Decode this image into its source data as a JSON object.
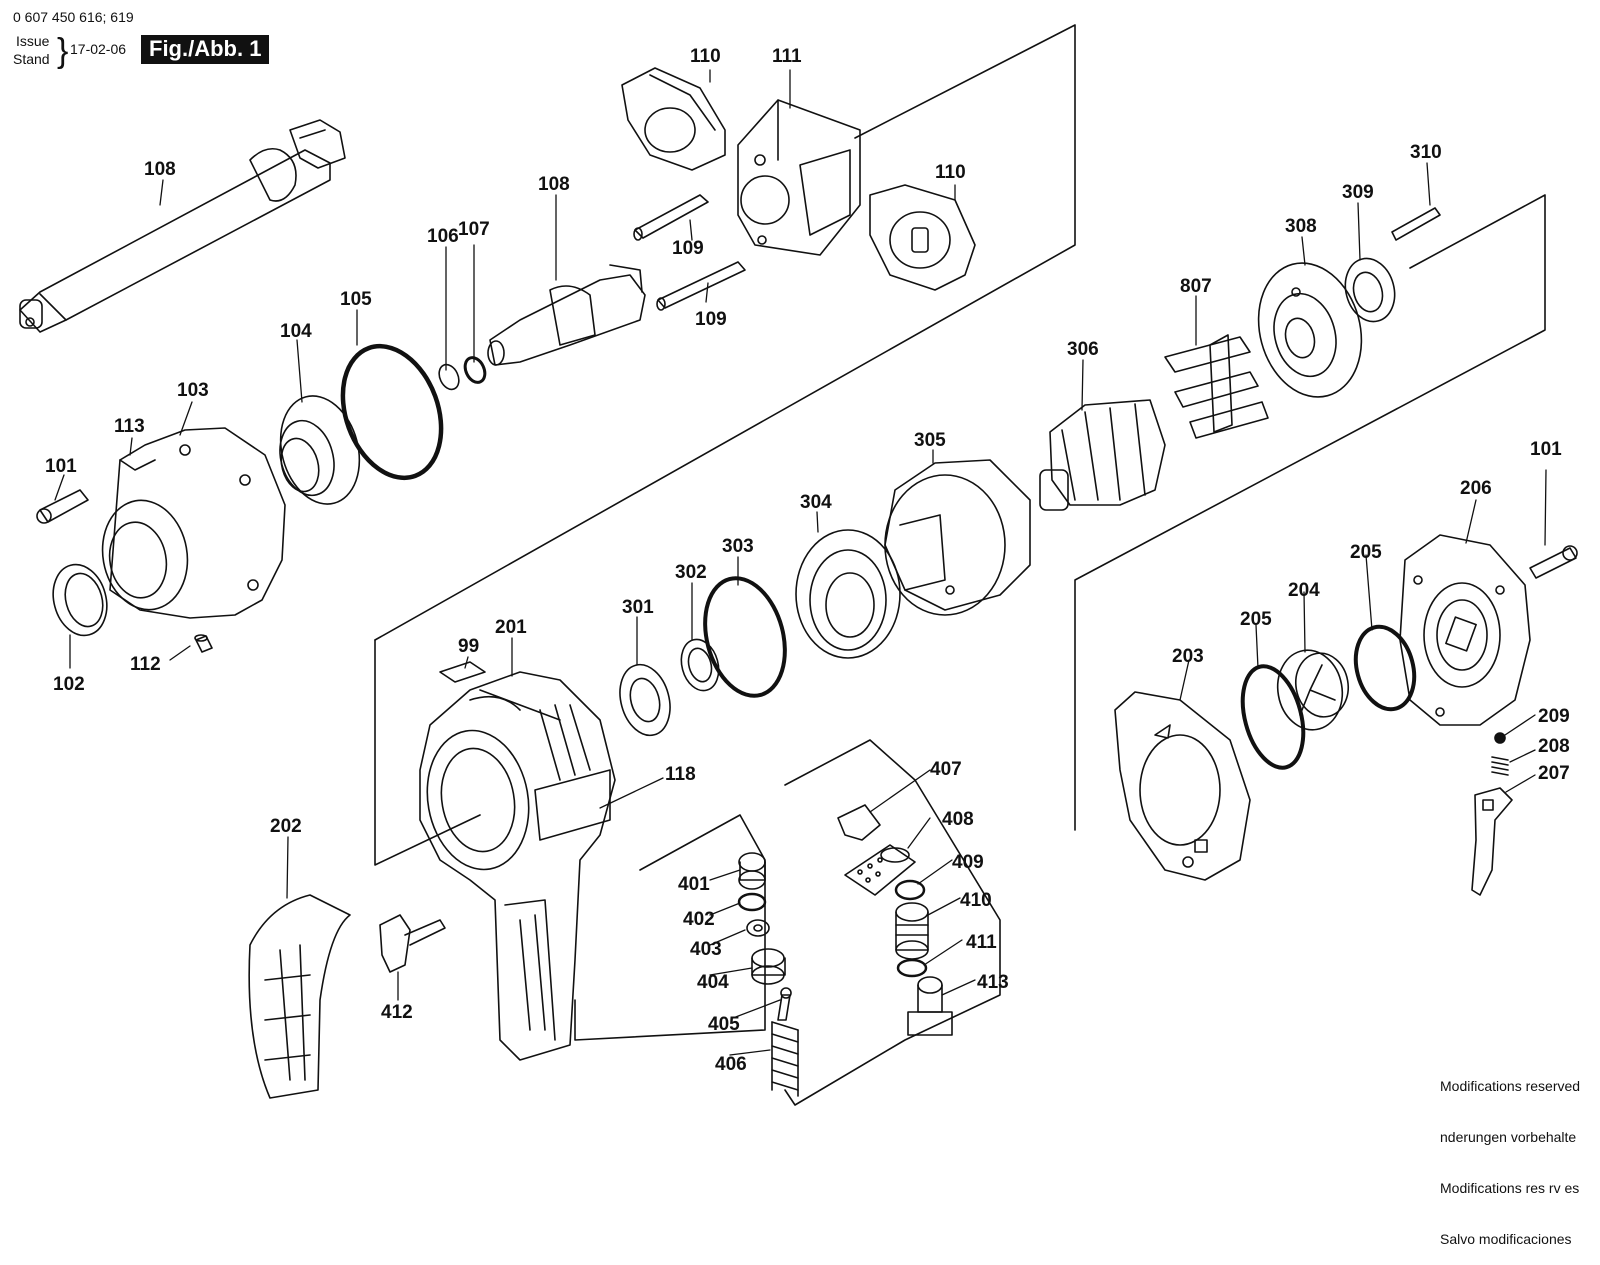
{
  "header": {
    "part_number": "0 607 450 616; 619",
    "issue_label": "Issue",
    "stand_label": "Stand",
    "date": "17-02-06",
    "figure": "Fig./Abb. 1"
  },
  "footer": {
    "lines": [
      "Modifications reserved",
      "nderungen vorbehalte",
      "Modifications res rv es",
      "Salvo modificaciones"
    ]
  },
  "callouts": [
    "108",
    "110",
    "111",
    "110",
    "108",
    "106",
    "107",
    "109",
    "109",
    "105",
    "104",
    "103",
    "113",
    "101",
    "102",
    "112",
    "310",
    "309",
    "308",
    "807",
    "306",
    "305",
    "304",
    "303",
    "302",
    "301",
    "201",
    "99",
    "118",
    "202",
    "412",
    "401",
    "402",
    "403",
    "404",
    "405",
    "406",
    "407",
    "408",
    "409",
    "410",
    "411",
    "413",
    "101",
    "206",
    "205",
    "205",
    "204",
    "203",
    "209",
    "208",
    "207"
  ],
  "colors": {
    "ink": "#111111",
    "paper": "#ffffff",
    "badge_bg": "#111111",
    "badge_text": "#ffffff"
  }
}
